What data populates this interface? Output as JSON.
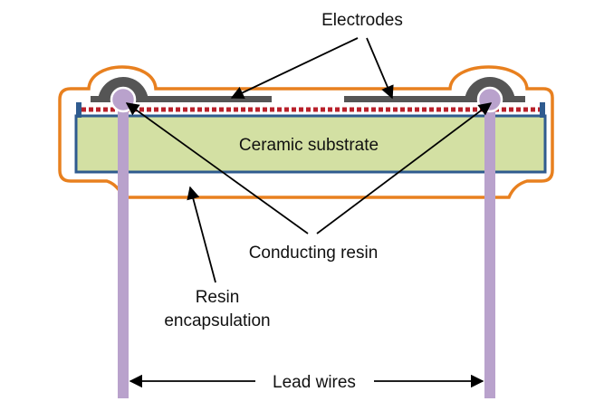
{
  "labels": {
    "electrodes": "Electrodes",
    "ceramic_substrate": "Ceramic substrate",
    "conducting_resin": "Conducting resin",
    "resin_line1": "Resin",
    "resin_line2": "encapsulation",
    "lead_wires": "Lead wires"
  },
  "colors": {
    "encapsulation": "#E8801F",
    "substrate_fill": "#D3E0A3",
    "substrate_border": "#2F5B8F",
    "electrode": "#555555",
    "conducting_resin_dots": "#B8202A",
    "lead_wire": "#B9A2CC",
    "arrow": "#000000"
  }
}
